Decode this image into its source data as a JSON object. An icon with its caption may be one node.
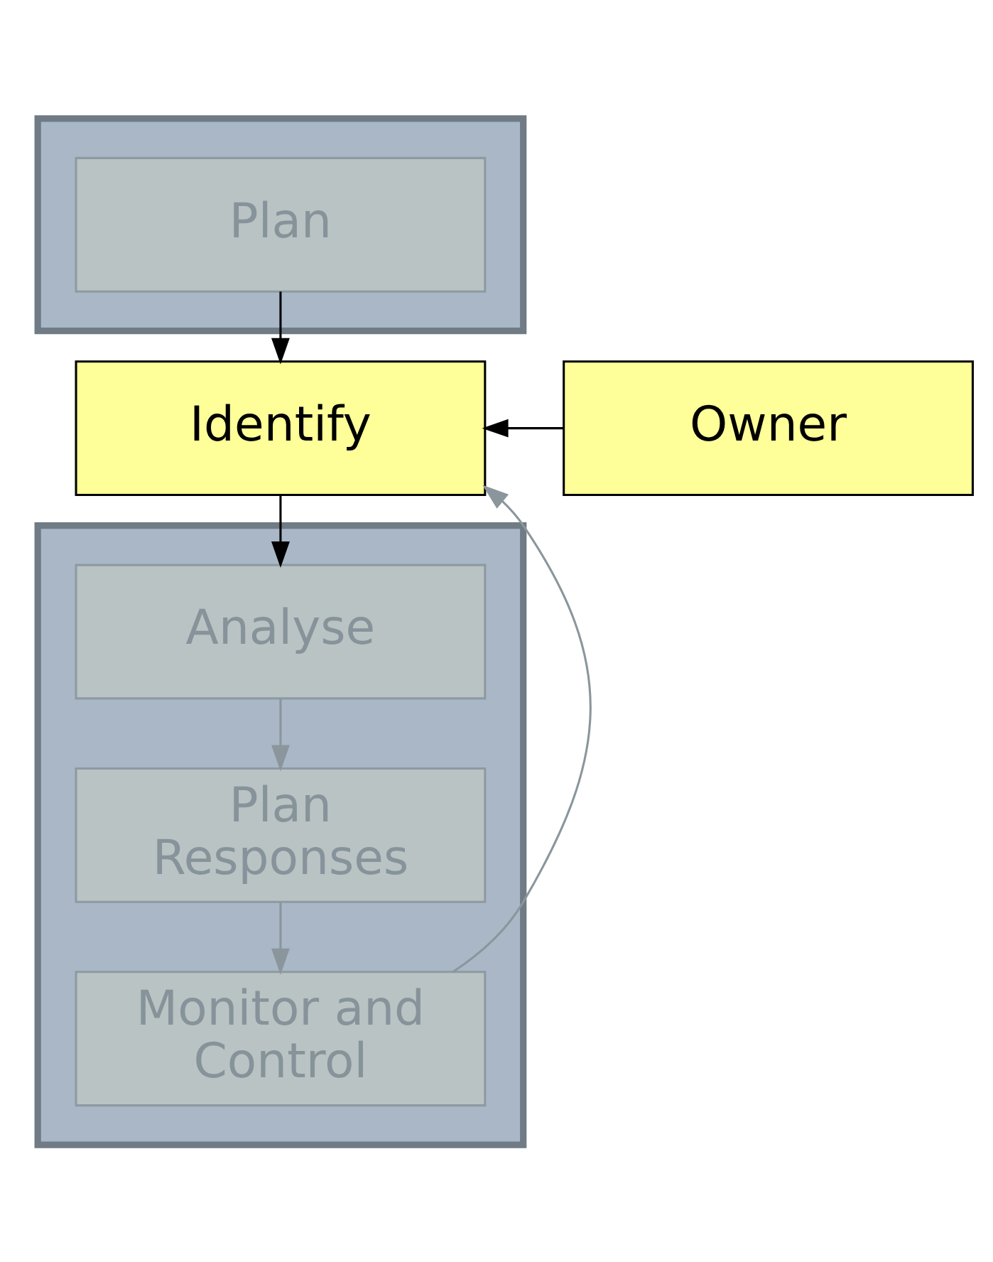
{
  "diagram": {
    "nodes": [
      {
        "text": [],
        "shape": "box"
      },
      {
        "text": [
          "Plan"
        ],
        "in": 0
      },
      {
        "text": [
          "Identify"
        ]
      },
      {
        "text": [
          "Owner"
        ]
      },
      {
        "text": [],
        "shape": "box"
      },
      {
        "text": [
          "Analyse"
        ],
        "in": 4
      },
      {
        "text": [
          "Plan Responses"
        ],
        "in": 4
      },
      {
        "text": [
          "Monitor and Control"
        ],
        "in": 4
      }
    ],
    "edges": [
      {
        "from": 1,
        "to": 2,
        "arrow": "to"
      },
      {
        "from": 3,
        "to": 2,
        "arrow": "to"
      },
      {
        "from": 2,
        "to": 5,
        "arrow": "to"
      },
      {
        "from": 5,
        "to": 6,
        "arrow": "to",
        "color": "#8a969c"
      },
      {
        "from": 6,
        "to": 7,
        "arrow": "to",
        "color": "#8a969c"
      },
      {
        "from": 7,
        "to": 2,
        "arrow": "to",
        "color": "#8a969c"
      }
    ]
  }
}
